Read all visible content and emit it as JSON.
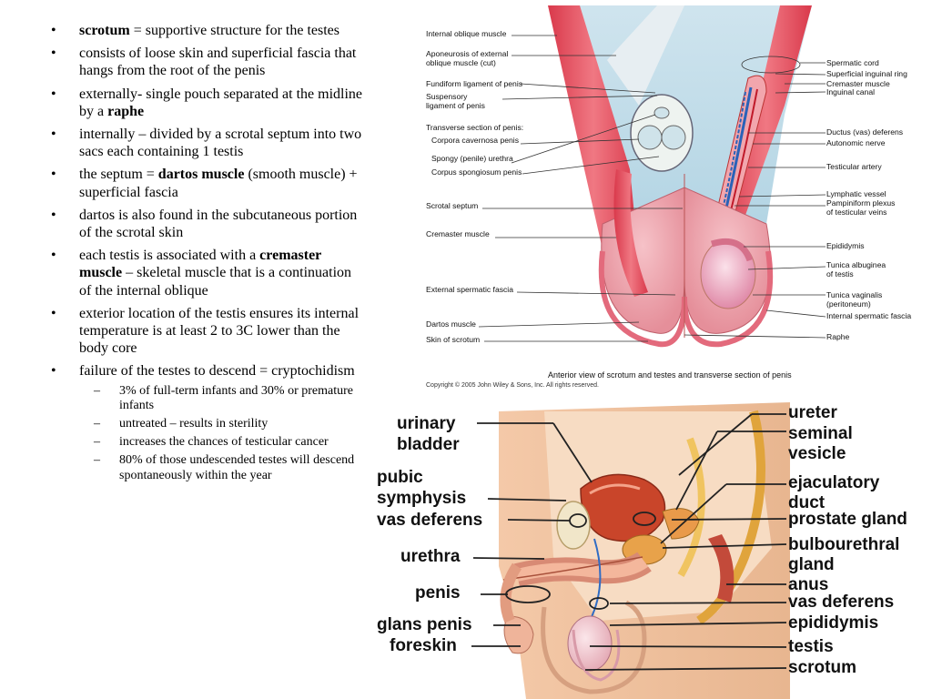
{
  "bullets": {
    "b1_term": "scrotum",
    "b1_rest": " = supportive structure for the testes",
    "b2": "consists of loose skin and superficial fascia that hangs from the root of the penis",
    "b3_pre": "externally- single pouch separated at the midline by a ",
    "b3_term": "raphe",
    "b4": "internally – divided by a scrotal septum into two sacs each containing 1 testis",
    "b5_pre": "the septum = ",
    "b5_term": "dartos muscle",
    "b5_rest": " (smooth muscle) + superficial fascia",
    "b6": "dartos is also found in the subcutaneous portion of the scrotal skin",
    "b7_pre": "each testis is associated with a ",
    "b7_term": "cremaster muscle",
    "b7_rest": " – skeletal muscle that is a continuation of the internal oblique",
    "b8": "exterior location of the testis ensures its internal temperature is at least 2 to 3C lower than the body core",
    "b9": "failure of the testes to descend = cryptochidism",
    "sub": [
      "3% of full-term infants and 30% or premature infants",
      "untreated – results in sterility",
      "increases the chances of testicular cancer",
      "80% of those undescended testes will descend spontaneously within the year"
    ]
  },
  "figure1": {
    "labels_left": [
      "Internal oblique muscle",
      "Aponeurosis of external",
      "oblique muscle (cut)",
      "Fundiform ligament of penis",
      "Suspensory",
      "ligament of penis",
      "Transverse section of penis:",
      "Corpora cavernosa penis",
      "Spongy (penile) urethra",
      "Corpus spongiosum penis",
      "Scrotal septum",
      "Cremaster muscle",
      "External spermatic fascia",
      "Dartos muscle",
      "Skin of scrotum"
    ],
    "labels_right": [
      "Spermatic cord",
      "Superficial inguinal ring",
      "Cremaster muscle",
      "Inguinal canal",
      "Ductus (vas) deferens",
      "Autonomic nerve",
      "Testicular artery",
      "Lymphatic vessel",
      "Pampiniform plexus",
      "of testicular veins",
      "Epididymis",
      "Tunica albuginea",
      "of testis",
      "Tunica vaginalis",
      "(peritoneum)",
      "Internal spermatic fascia",
      "Raphe"
    ],
    "caption": "Anterior view of scrotum and testes and transverse section of penis",
    "copyright": "Copyright © 2005 John Wiley & Sons, Inc.  All rights reserved."
  },
  "figure2": {
    "labels_left": [
      "urinary",
      "bladder",
      "pubic",
      "symphysis",
      "vas deferens",
      "urethra",
      "penis",
      "glans penis",
      "foreskin"
    ],
    "labels_right": [
      "ureter",
      "seminal",
      "vesicle",
      "ejaculatory",
      "duct",
      "prostate gland",
      "bulbourethral",
      "gland",
      "anus",
      "vas deferens",
      "epididymis",
      "testis",
      "scrotum"
    ]
  }
}
